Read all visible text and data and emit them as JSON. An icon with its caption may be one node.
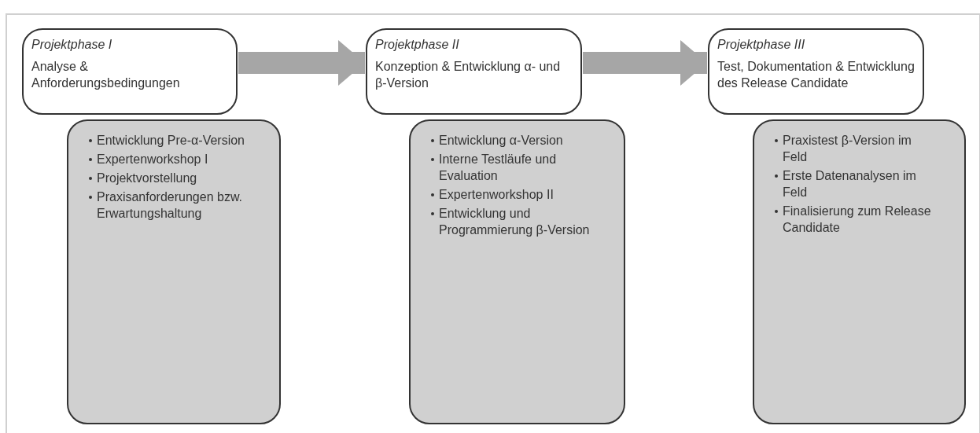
{
  "diagram": {
    "nodes": [
      {
        "text": [
          "Projektphase I",
          "Analyse & Anforderungsbedingungen"
        ]
      },
      {
        "text": [
          "Entwicklung Pre-α-Version",
          "Expertenworkshop I",
          "Projektvorstellung",
          "Praxisanforderungen bzw. Erwartungshaltung"
        ]
      },
      {
        "text": [
          "Projektphase II",
          "Konzeption & Entwicklung α- und β-Version"
        ]
      },
      {
        "text": [
          "Entwicklung α-Version",
          "Interne Testläufe und Evaluation",
          "Expertenworkshop II",
          "Entwicklung und Programmierung β-Version"
        ]
      },
      {
        "text": [
          "Projektphase III",
          "Test, Dokumentation & Entwicklung des Release Candidate"
        ]
      },
      {
        "text": [
          "Praxistest β-Version im Feld",
          "Erste Datenanalysen im Feld",
          "Finalisierung zum Release Candidate"
        ]
      }
    ],
    "edges": [
      {
        "from": 0,
        "to": 2,
        "arrow": "to"
      },
      {
        "from": 2,
        "to": 4,
        "arrow": "to"
      }
    ]
  }
}
